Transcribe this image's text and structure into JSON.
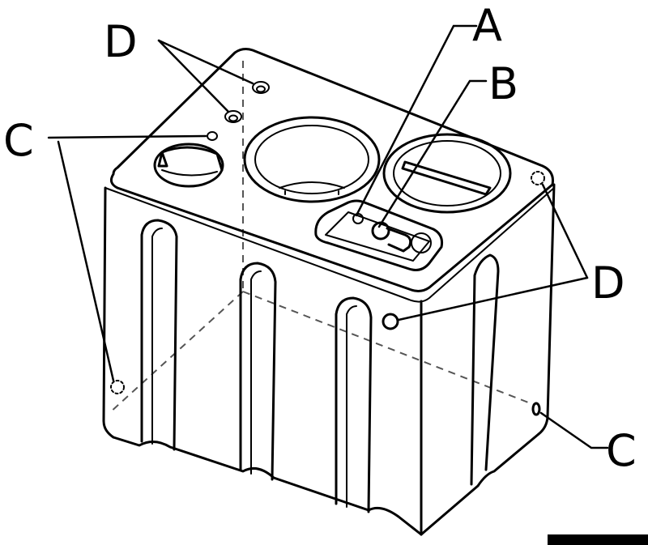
{
  "labels": {
    "a": "A",
    "b": "B",
    "c": "C",
    "d": "D"
  },
  "colors": {
    "line": "#000000",
    "hidden_line": "#555555",
    "background": "#ffffff"
  }
}
